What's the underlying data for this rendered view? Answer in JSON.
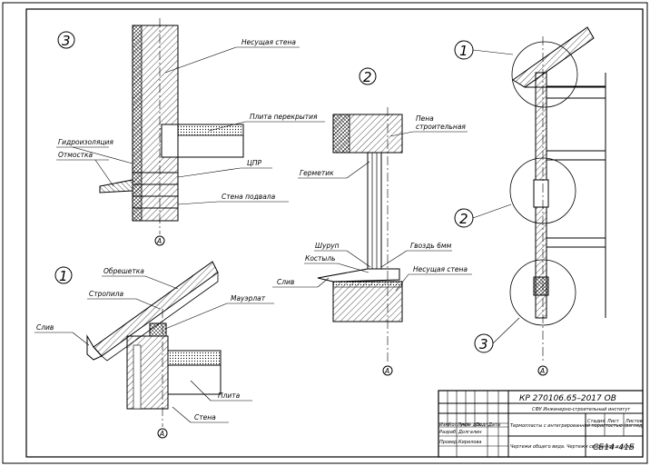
{
  "drawing": {
    "detail_numbers": {
      "d3": "3",
      "d2": "2",
      "d1": "1",
      "ref1": "1",
      "ref2": "2",
      "ref3": "3"
    },
    "axis_mark": "A",
    "detail3": {
      "labels": {
        "bearing_wall": "Несущая стена",
        "floor_slab": "Плита перекрытия",
        "waterproofing": "Гидроизоляция",
        "blind_area": "Отмостка",
        "cpr": "ЦПР",
        "basement_wall": "Стена подвала"
      }
    },
    "detail2": {
      "labels": {
        "foam": "Пена",
        "foam2": "строительная",
        "sealant": "Герметик",
        "screw": "Шуруп",
        "crutch": "Костыль",
        "nail": "Гвоздь 6мм",
        "bearing_wall": "Несущая стена",
        "drip": "Слив"
      }
    },
    "detail1": {
      "labels": {
        "lathing": "Обрешетка",
        "rafter": "Стропила",
        "mauerlat": "Мауэрлат",
        "drip": "Слив",
        "slab": "Плита",
        "wall": "Стена"
      }
    },
    "title_block": {
      "code_top": "КР 270106.65–2017 ОВ",
      "institute": "СФУ Инженерно-строительный институт",
      "col_headers": [
        "Изм.",
        "Кол. уч",
        "Лист",
        "№ док.",
        "Подп.",
        "Дата"
      ],
      "roles": [
        "Разраб.",
        "Провер."
      ],
      "names": [
        "Долгалин",
        "Кирилова"
      ],
      "title": "Термопласты с интегрированной пористостью (взгляд)",
      "stage_headers": [
        "Стадия",
        "Лист",
        "Листов"
      ],
      "sheet_desc": "Чертежи общего вида. Чертежи сварочной и узлов",
      "code": "СБ14–41Б"
    }
  }
}
